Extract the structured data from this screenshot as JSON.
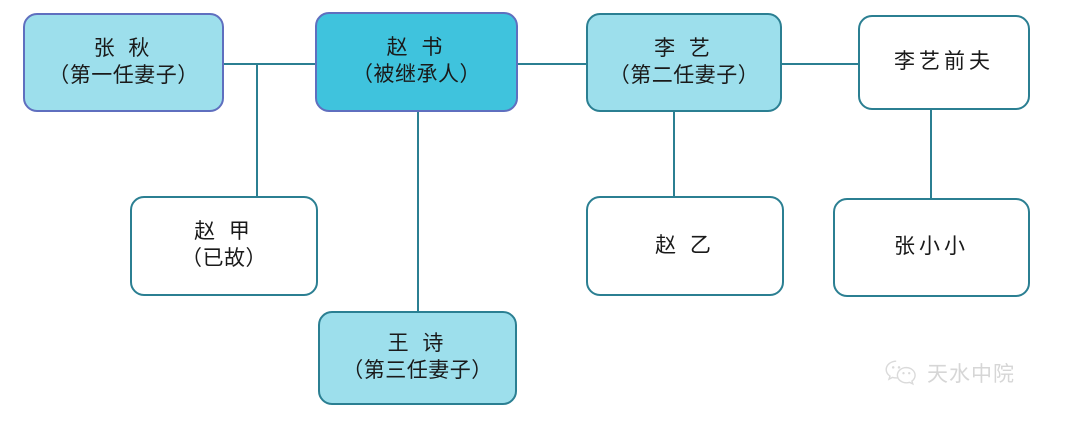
{
  "diagram": {
    "title": "",
    "colors": {
      "connector": "#2b7f92",
      "teal_border": "#2b7f92",
      "violet_border": "#5f6fbf",
      "light_cyan_fill": "#9ddfec",
      "strong_cyan_fill": "#3fc3dd",
      "white_fill": "#ffffff",
      "text": "#1a1a1a"
    },
    "nodes": [
      {
        "id": "zhang-qiu",
        "name_line": "张 秋",
        "role_line": "（第一任妻子）",
        "style": "light-violet"
      },
      {
        "id": "zhao-shu",
        "name_line": "赵 书",
        "role_line": "（被继承人）",
        "style": "strong-violet"
      },
      {
        "id": "li-yi",
        "name_line": "李 艺",
        "role_line": "（第二任妻子）",
        "style": "light"
      },
      {
        "id": "li-yi-qianfu",
        "name_line": "李艺前夫",
        "role_line": "",
        "style": "plain"
      },
      {
        "id": "zhao-jia",
        "name_line": "赵 甲",
        "role_line": "（已故）",
        "style": "plain"
      },
      {
        "id": "zhao-yi",
        "name_line": "赵 乙",
        "role_line": "",
        "style": "plain"
      },
      {
        "id": "zhang-xiaoxiao",
        "name_line": "张小小",
        "role_line": "",
        "style": "plain"
      },
      {
        "id": "wang-shi",
        "name_line": "王 诗",
        "role_line": "（第三任妻子）",
        "style": "light"
      }
    ]
  },
  "watermark": {
    "text": "天水中院",
    "icon": "wechat-icon"
  }
}
